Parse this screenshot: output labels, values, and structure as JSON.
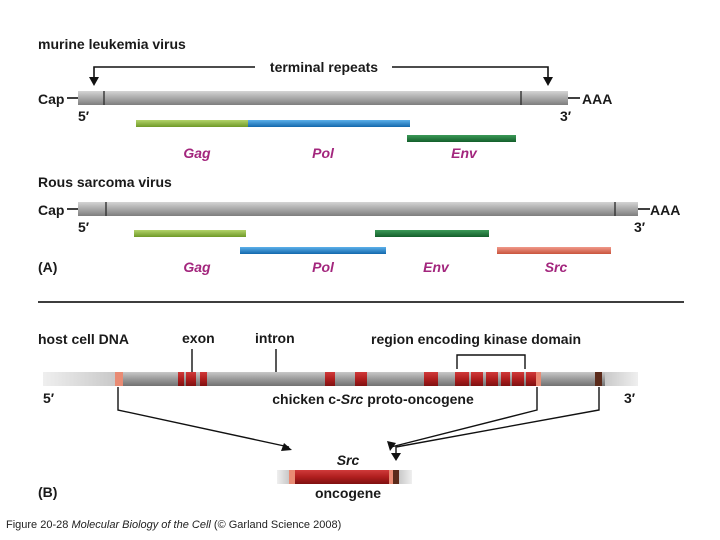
{
  "panel_a": {
    "label": "(A)",
    "mlv": {
      "title": "murine leukemia virus",
      "repeats_label": "terminal repeats",
      "cap": "Cap",
      "poly_a": "AAA",
      "five_prime": "5′",
      "three_prime": "3′",
      "genes": [
        "Gag",
        "Pol",
        "Env"
      ]
    },
    "rsv": {
      "title": "Rous sarcoma virus",
      "cap": "Cap",
      "poly_a": "AAA",
      "five_prime": "5′",
      "three_prime": "3′",
      "genes": [
        "Gag",
        "Pol",
        "Env",
        "Src"
      ]
    }
  },
  "panel_b": {
    "label": "(B)",
    "host_label": "host cell DNA",
    "exon_label": "exon",
    "intron_label": "intron",
    "kinase_label": "region encoding kinase domain",
    "gene_label_prefix": "chicken c-",
    "gene_label_italic": "Src",
    "gene_label_suffix": " proto-oncogene",
    "five_prime": "5′",
    "three_prime": "3′",
    "onc_name": "Src",
    "onc_label": "oncogene"
  },
  "caption": {
    "prefix": "Figure 20-28",
    "book": "Molecular Biology of the Cell",
    "suffix": "(© Garland Science 2008)"
  },
  "colors": {
    "gag": "#8cb43c",
    "pol": "#1e88d2",
    "env": "#1e7a3c",
    "src": "#e0735a",
    "gene_text": "#a3267d",
    "exon": "#b01e1e"
  }
}
